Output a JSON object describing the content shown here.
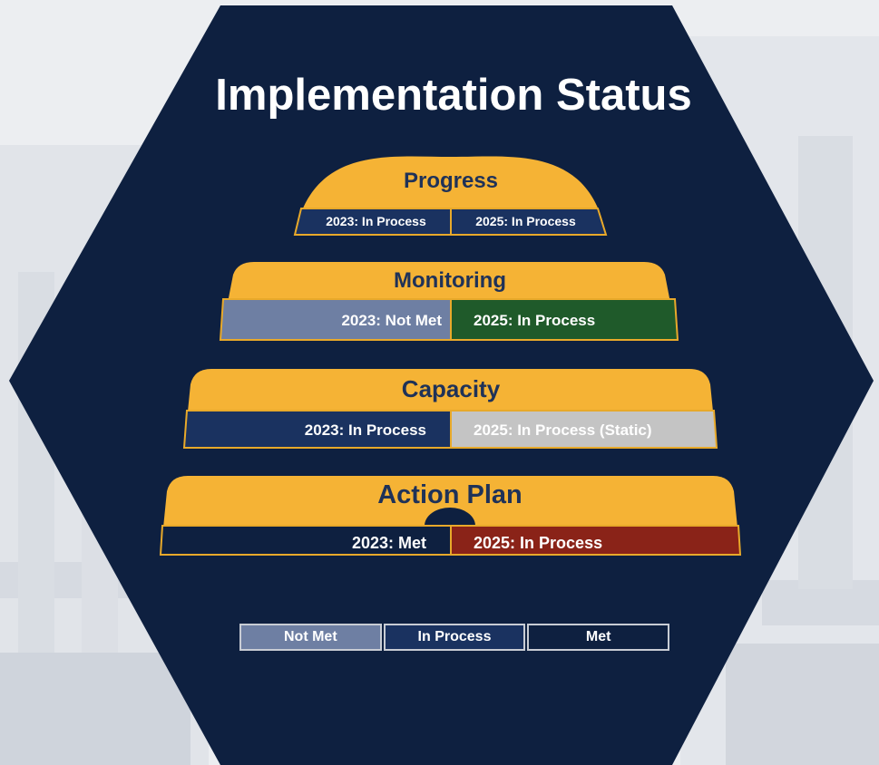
{
  "title": "Implementation Status",
  "colors": {
    "hexagon": "#0e2040",
    "tier_gold": "#f5b335",
    "outline": "#e8a92a",
    "heading_text": "#1f3258",
    "not_met": "#6e7fa3",
    "in_process": "#1a3260",
    "met": "#0e2040",
    "green": "#1f5a2a",
    "grey": "#c4c4c4",
    "red": "#8a2318"
  },
  "tiers": {
    "progress": {
      "heading": "Progress",
      "left": {
        "label": "2023: In Process",
        "status": "in_process"
      },
      "right": {
        "label": "2025: In Process",
        "status": "in_process"
      }
    },
    "monitoring": {
      "heading": "Monitoring",
      "left": {
        "label": "2023: Not Met",
        "status": "not_met"
      },
      "right": {
        "label": "2025: In Process",
        "status": "green"
      }
    },
    "capacity": {
      "heading": "Capacity",
      "left": {
        "label": "2023: In Process",
        "status": "in_process"
      },
      "right": {
        "label": "2025: In Process (Static)",
        "status": "grey"
      }
    },
    "action_plan": {
      "heading": "Action Plan",
      "left": {
        "label": "2023: Met",
        "status": "met"
      },
      "right": {
        "label": "2025: In Process",
        "status": "red"
      }
    }
  },
  "legend": {
    "not_met": "Not Met",
    "in_process": "In Process",
    "met": "Met"
  }
}
